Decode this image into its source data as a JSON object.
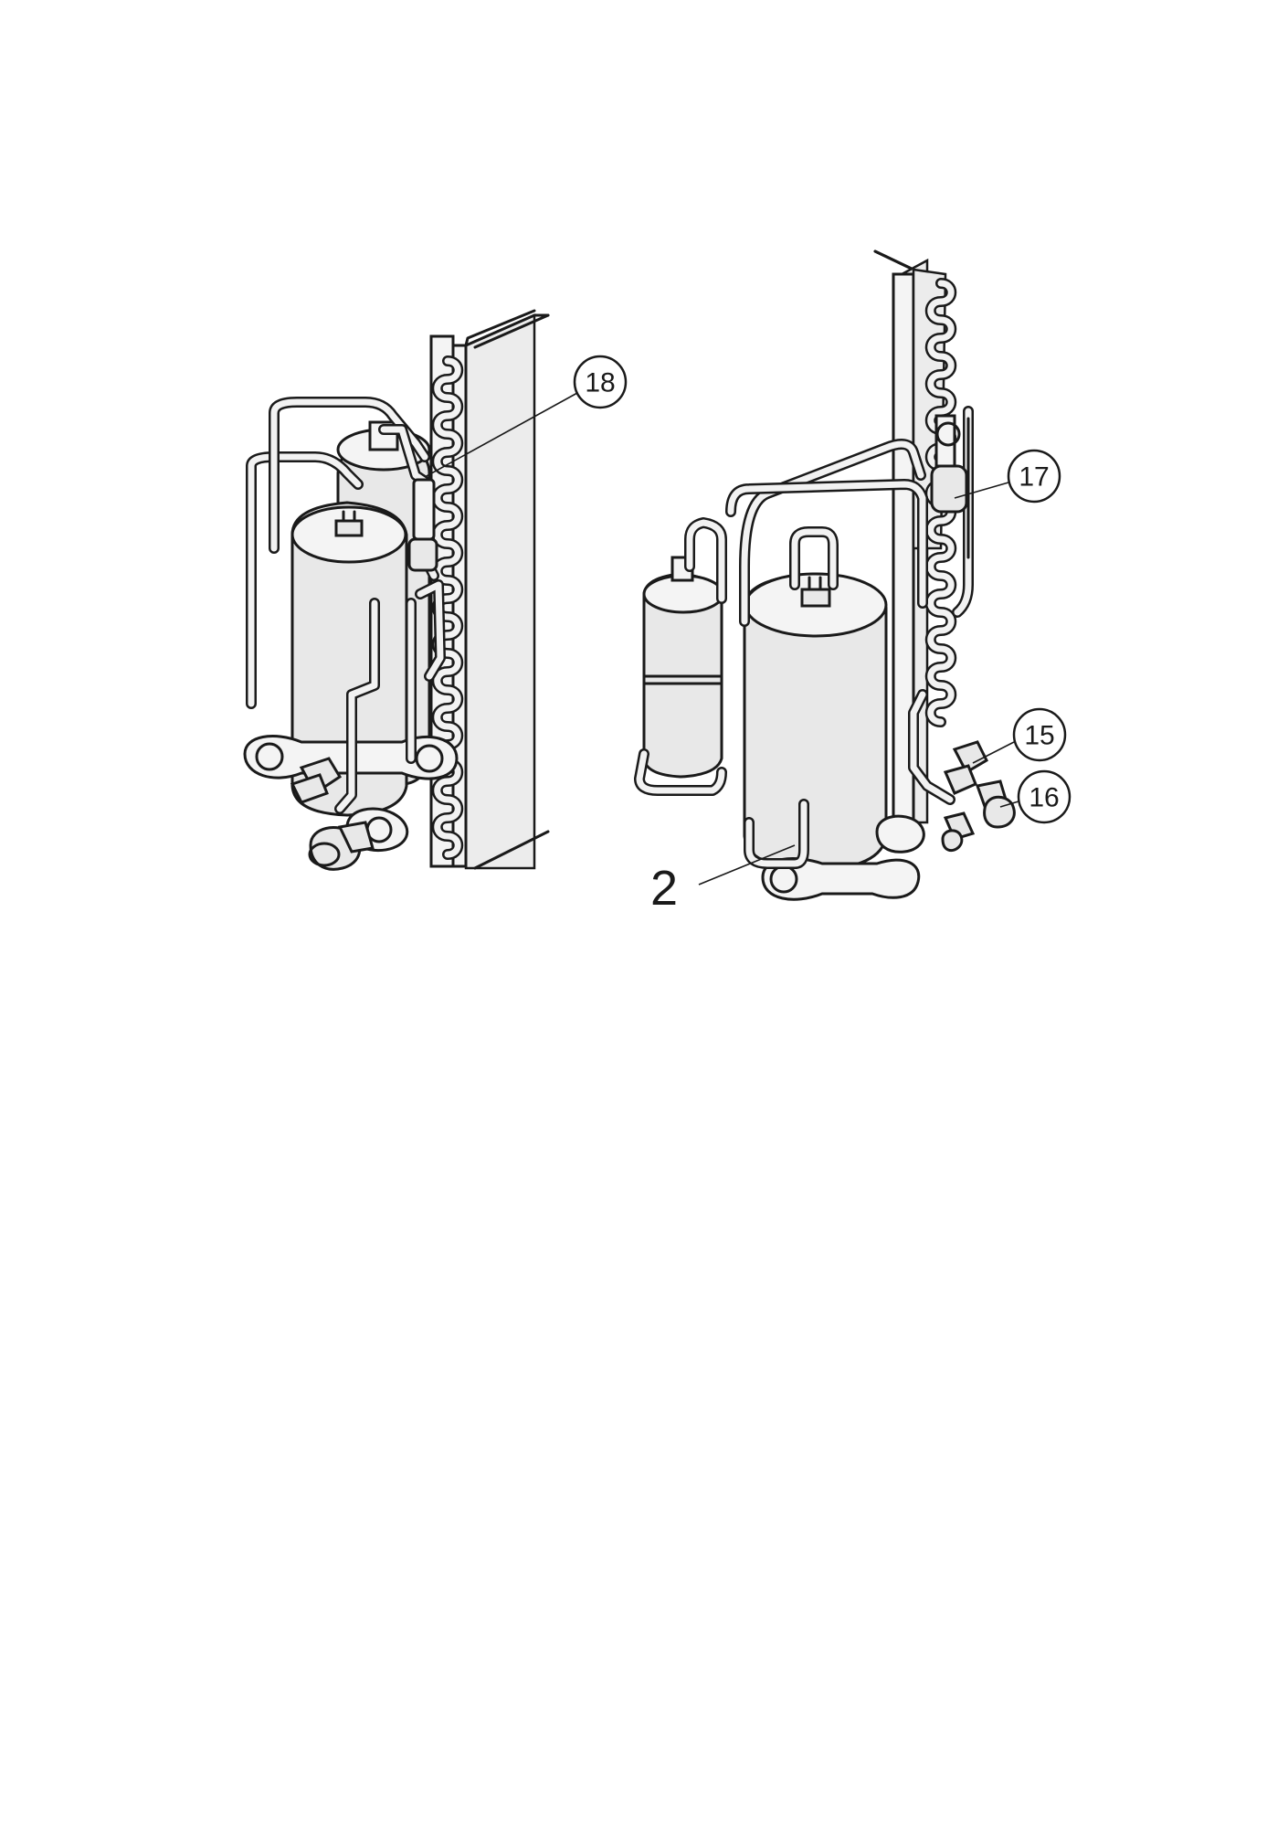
{
  "diagram": {
    "callouts": [
      "18",
      "17",
      "15",
      "16"
    ],
    "labels": [
      "2"
    ]
  }
}
